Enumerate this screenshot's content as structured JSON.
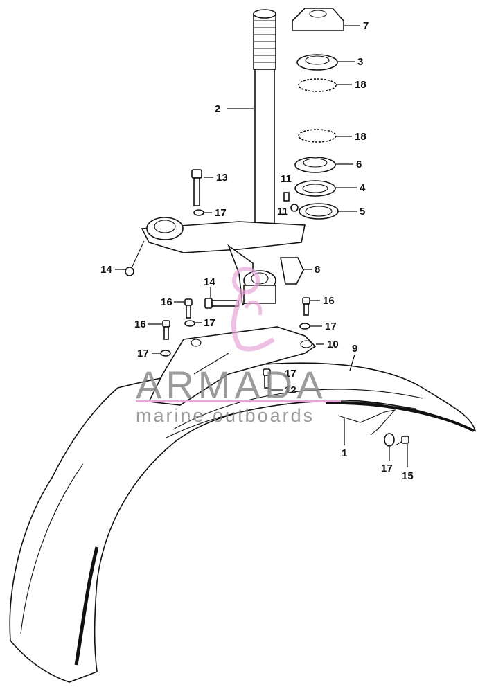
{
  "watermark": {
    "brand": "ARMADA",
    "tagline": "marine outboards",
    "accent_color": "#e7a6d8"
  },
  "callouts": [
    {
      "id": "c7",
      "text": "7"
    },
    {
      "id": "c3",
      "text": "3"
    },
    {
      "id": "c18a",
      "text": "18"
    },
    {
      "id": "c2",
      "text": "2"
    },
    {
      "id": "c18b",
      "text": "18"
    },
    {
      "id": "c6",
      "text": "6"
    },
    {
      "id": "c13",
      "text": "13"
    },
    {
      "id": "c11a",
      "text": "11"
    },
    {
      "id": "c4",
      "text": "4"
    },
    {
      "id": "c11b",
      "text": "11"
    },
    {
      "id": "c5",
      "text": "5"
    },
    {
      "id": "c17a",
      "text": "17"
    },
    {
      "id": "c14a",
      "text": "14"
    },
    {
      "id": "c8",
      "text": "8"
    },
    {
      "id": "c14b",
      "text": "14"
    },
    {
      "id": "c16a",
      "text": "16"
    },
    {
      "id": "c16b",
      "text": "16"
    },
    {
      "id": "c17b",
      "text": "17"
    },
    {
      "id": "c16c",
      "text": "16"
    },
    {
      "id": "c17c",
      "text": "17"
    },
    {
      "id": "c10",
      "text": "10"
    },
    {
      "id": "c9",
      "text": "9"
    },
    {
      "id": "c17d",
      "text": "17"
    },
    {
      "id": "c17e",
      "text": "17"
    },
    {
      "id": "c12",
      "text": "12"
    },
    {
      "id": "c1",
      "text": "1"
    },
    {
      "id": "c17f",
      "text": "17"
    },
    {
      "id": "c15",
      "text": "15"
    }
  ]
}
